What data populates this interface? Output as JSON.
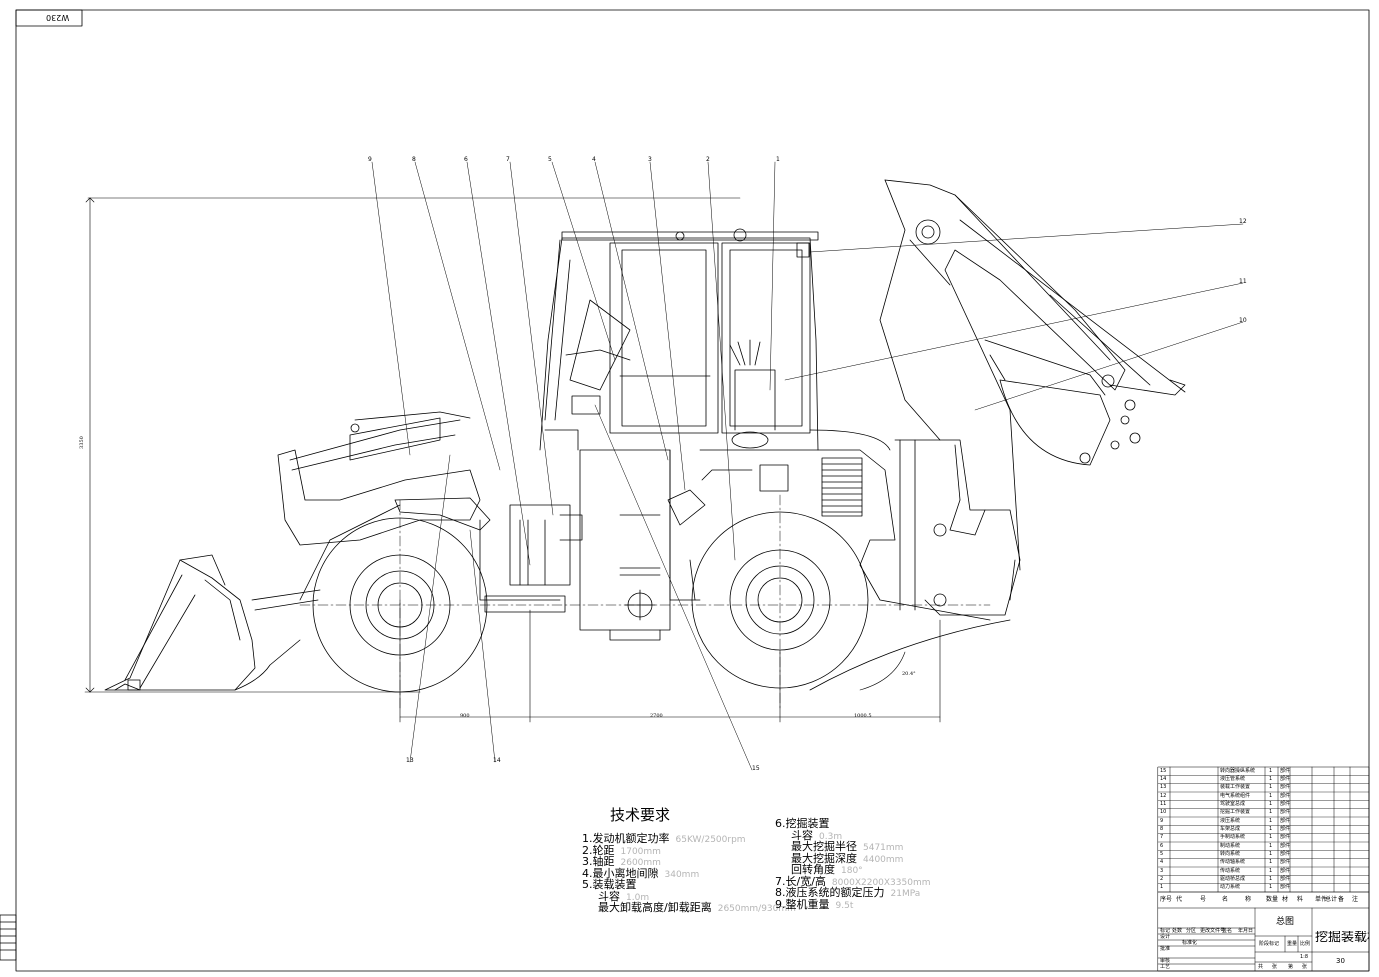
{
  "drawing_code": "W230",
  "part_numbers": [
    "1",
    "2",
    "3",
    "4",
    "5",
    "6",
    "7",
    "8",
    "9",
    "10",
    "11",
    "12",
    "13",
    "14",
    "15"
  ],
  "dimensions": {
    "d1": "900",
    "d2": "2700",
    "d3": "1000.5",
    "angle": "20.4°",
    "height": "3350"
  },
  "tech_requirements": {
    "title": "技术要求",
    "left": [
      {
        "label": "1.发动机额定功率",
        "value": "65KW/2500rpm"
      },
      {
        "label": "2.轮距",
        "value": "1700mm"
      },
      {
        "label": "3.轴距",
        "value": "2600mm"
      },
      {
        "label": "4.最小离地间隙",
        "value": "340mm"
      },
      {
        "label": "5.装载装置",
        "value": ""
      },
      {
        "label": "斗容",
        "value": "1.0m"
      },
      {
        "label": "最大卸载高度/卸载距离",
        "value": "2650mm/930mm"
      }
    ],
    "right": [
      {
        "label": "6.挖掘装置",
        "value": ""
      },
      {
        "label": "斗容",
        "value": "0.3m"
      },
      {
        "label": "最大挖掘半径",
        "value": "5471mm"
      },
      {
        "label": "最大挖掘深度",
        "value": "4400mm"
      },
      {
        "label": "回转角度",
        "value": "180°"
      },
      {
        "label": "7.长/宽/高",
        "value": "8000X2200X3350mm"
      },
      {
        "label": "8.液压系统的额定压力",
        "value": "21MPa"
      },
      {
        "label": "9.整机重量",
        "value": "9.5t"
      }
    ]
  },
  "parts_list": [
    {
      "no": "15",
      "name": "转向器操纵系统",
      "qty": "1",
      "mat": "部件"
    },
    {
      "no": "14",
      "name": "液压管系统",
      "qty": "1",
      "mat": "部件"
    },
    {
      "no": "13",
      "name": "装载工作装置",
      "qty": "1",
      "mat": "部件"
    },
    {
      "no": "12",
      "name": "电气系统组件",
      "qty": "1",
      "mat": "部件"
    },
    {
      "no": "11",
      "name": "驾驶室总成",
      "qty": "1",
      "mat": "部件"
    },
    {
      "no": "10",
      "name": "挖掘工作装置",
      "qty": "1",
      "mat": "部件"
    },
    {
      "no": "9",
      "name": "液压系统",
      "qty": "1",
      "mat": "部件"
    },
    {
      "no": "8",
      "name": "车架总成",
      "qty": "1",
      "mat": "部件"
    },
    {
      "no": "7",
      "name": "手制动系统",
      "qty": "1",
      "mat": "部件"
    },
    {
      "no": "6",
      "name": "制动系统",
      "qty": "1",
      "mat": "部件"
    },
    {
      "no": "5",
      "name": "转向系统",
      "qty": "1",
      "mat": "部件"
    },
    {
      "no": "4",
      "name": "传动轴系统",
      "qty": "1",
      "mat": "部件"
    },
    {
      "no": "3",
      "name": "传动系统",
      "qty": "1",
      "mat": "部件"
    },
    {
      "no": "2",
      "name": "驱动桥总成",
      "qty": "1",
      "mat": "部件"
    },
    {
      "no": "1",
      "name": "动力系统",
      "qty": "1",
      "mat": "部件"
    }
  ],
  "title_block": {
    "header_cols": [
      "序号",
      "代",
      "号",
      "名",
      "称",
      "数量",
      "材",
      "料",
      "单件",
      "总计",
      "备",
      "注"
    ],
    "weight_label": "重量",
    "assembly": "总图",
    "product": "挖掘装载机",
    "scale_label": "比例",
    "scale": "1:8",
    "stage_label": "阶段标记",
    "sheet_total": "共",
    "sheet_unit": "张",
    "sheet_no": "第",
    "sheet_unit2": "张",
    "sheet_number": "30",
    "rows": [
      "标记",
      "设计",
      "审核",
      "工艺",
      "批准"
    ],
    "cols": [
      "处数",
      "分区",
      "更改文件号",
      "签名",
      "年月日"
    ],
    "note": "标准化"
  }
}
